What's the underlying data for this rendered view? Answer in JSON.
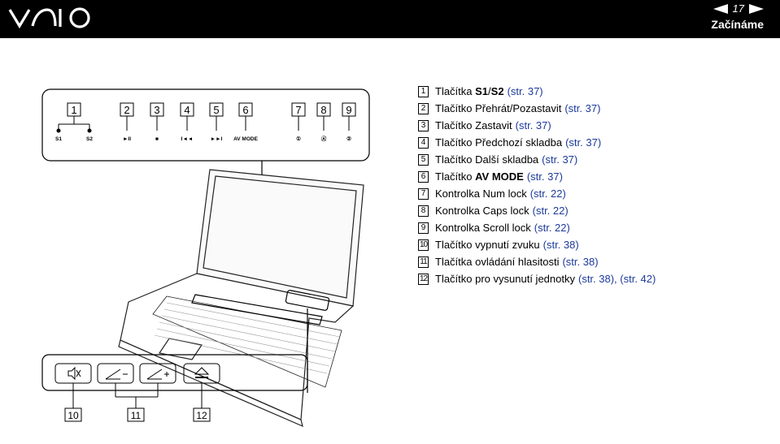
{
  "header": {
    "logo_text": "VAIO",
    "page_number": "17",
    "section_title": "Začínáme"
  },
  "diagram": {
    "callouts_top": [
      "1",
      "2",
      "3",
      "4",
      "5",
      "6",
      "7",
      "8",
      "9"
    ],
    "top_labels": [
      "S1",
      "S2",
      "►II",
      "■",
      "I◄◄",
      "►►I",
      "AV MODE",
      "①",
      "Ⓐ",
      "②"
    ],
    "callouts_bottom": [
      "10",
      "11",
      "12"
    ]
  },
  "legend": [
    {
      "num": "1",
      "pre": "Tlačítka ",
      "bold": "S1",
      "mid": "/",
      "bold2": "S2",
      "post": "",
      "ref": "(str. 37)"
    },
    {
      "num": "2",
      "pre": "Tlačítko Přehrát/Pozastavit",
      "bold": "",
      "mid": "",
      "bold2": "",
      "post": "",
      "ref": "(str. 37)"
    },
    {
      "num": "3",
      "pre": "Tlačítko Zastavit",
      "bold": "",
      "mid": "",
      "bold2": "",
      "post": "",
      "ref": "(str. 37)"
    },
    {
      "num": "4",
      "pre": "Tlačítko Předchozí skladba",
      "bold": "",
      "mid": "",
      "bold2": "",
      "post": "",
      "ref": "(str. 37)"
    },
    {
      "num": "5",
      "pre": "Tlačítko Další skladba",
      "bold": "",
      "mid": "",
      "bold2": "",
      "post": "",
      "ref": "(str. 37)"
    },
    {
      "num": "6",
      "pre": "Tlačítko ",
      "bold": "AV MODE",
      "mid": "",
      "bold2": "",
      "post": "",
      "ref": "(str. 37)"
    },
    {
      "num": "7",
      "pre": "Kontrolka Num lock",
      "bold": "",
      "mid": "",
      "bold2": "",
      "post": "",
      "ref": "(str. 22)"
    },
    {
      "num": "8",
      "pre": "Kontrolka Caps lock",
      "bold": "",
      "mid": "",
      "bold2": "",
      "post": "",
      "ref": "(str. 22)"
    },
    {
      "num": "9",
      "pre": "Kontrolka Scroll lock",
      "bold": "",
      "mid": "",
      "bold2": "",
      "post": "",
      "ref": "(str. 22)"
    },
    {
      "num": "10",
      "pre": "Tlačítko vypnutí zvuku",
      "bold": "",
      "mid": "",
      "bold2": "",
      "post": "",
      "ref": "(str. 38)"
    },
    {
      "num": "11",
      "pre": "Tlačítka ovládání hlasitosti",
      "bold": "",
      "mid": "",
      "bold2": "",
      "post": "",
      "ref": "(str. 38)"
    },
    {
      "num": "12",
      "pre": "Tlačítko pro vysunutí jednotky",
      "bold": "",
      "mid": "",
      "bold2": "",
      "post": "",
      "ref": "(str. 38), (str. 42)"
    }
  ]
}
